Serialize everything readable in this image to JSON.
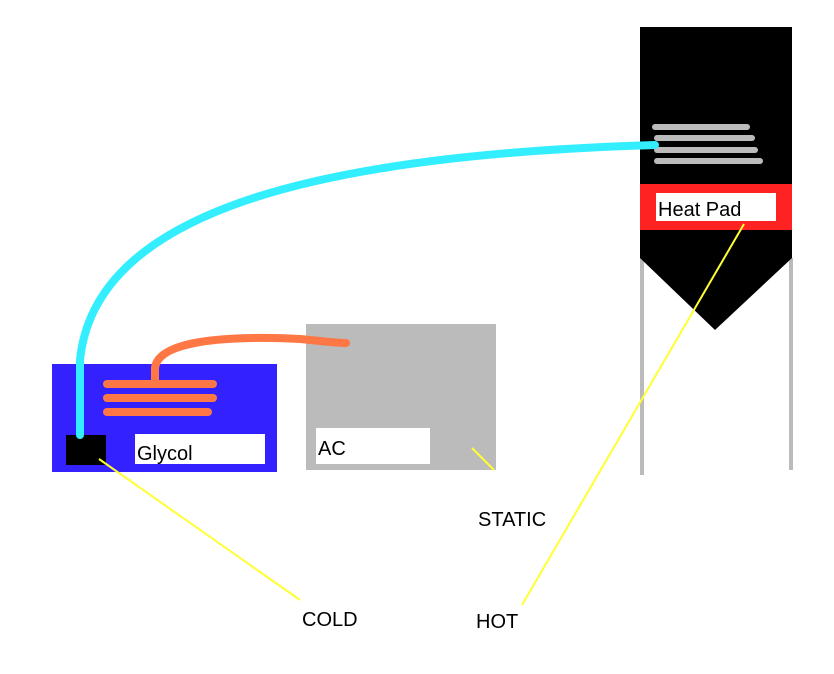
{
  "labels": {
    "glycol": "Glycol",
    "ac": "AC",
    "heat_pad": "Heat Pad",
    "cold": "COLD",
    "static": "STATIC",
    "hot": "HOT"
  },
  "colors": {
    "glycol_tank": "#3322ff",
    "ac_unit": "#bbbbbb",
    "fermenter": "#000000",
    "heat_pad": "#ff2222",
    "label_box": "#ffffff",
    "cold_line": "#33eeff",
    "warm_line": "#ff7744",
    "fermenter_coil": "#bbbbbb",
    "legs": "#bbbbbb",
    "pointer": "#ffff33"
  }
}
